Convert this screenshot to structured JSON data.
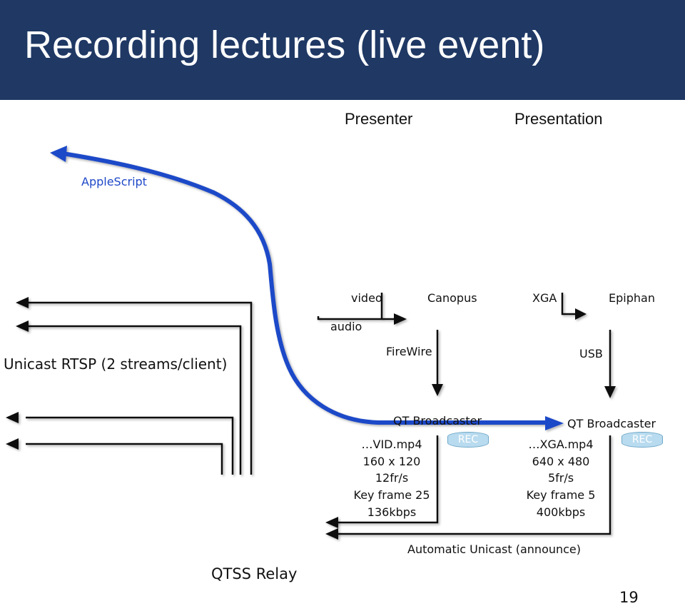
{
  "title": "Recording lectures (live event)",
  "header": {
    "presenter": "Presenter",
    "presentation": "Presentation"
  },
  "applescript": "AppleScript",
  "labels": {
    "video": "video",
    "audio": "audio",
    "canopus": "Canopus",
    "xga": "XGA",
    "epiphan": "Epiphan",
    "firewire": "FireWire",
    "usb": "USB",
    "unicast": "Unicast RTSP (2 streams/client)",
    "qt1": "QT Broadcaster",
    "qt2": "QT Broadcaster",
    "rec1": "REC",
    "rec2": "REC",
    "announce": "Automatic Unicast (announce)",
    "relay": "QTSS Relay"
  },
  "stream_vid": [
    "…VID.mp4",
    "160 x 120",
    "12fr/s",
    "Key frame 25",
    "136kbps"
  ],
  "stream_xga": [
    "…XGA.mp4",
    "640 x 480",
    "5fr/s",
    "Key frame 5",
    "400kbps"
  ],
  "page_number": "19",
  "colors": {
    "title_bar": "#1f3864",
    "accent": "#1e48c8",
    "rec_fill": "#b9dbef"
  }
}
